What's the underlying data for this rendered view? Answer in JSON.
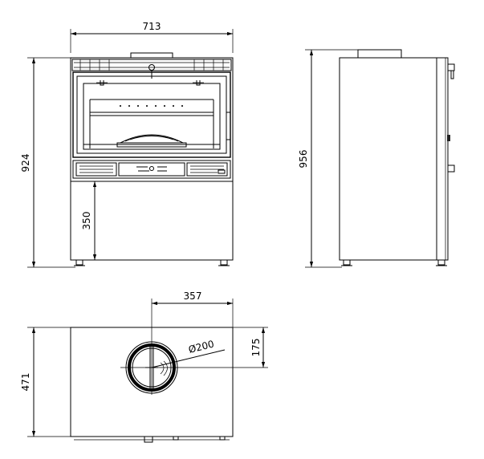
{
  "front_view": {
    "width_label": "713",
    "height_label": "924",
    "base_height_label": "350"
  },
  "side_view": {
    "height_label": "956"
  },
  "top_view": {
    "flue_offset_x_label": "357",
    "flue_offset_y_label": "175",
    "diameter_label": "Ø200",
    "depth_label": "471"
  },
  "colors": {
    "line": "#000000",
    "background": "#ffffff"
  }
}
